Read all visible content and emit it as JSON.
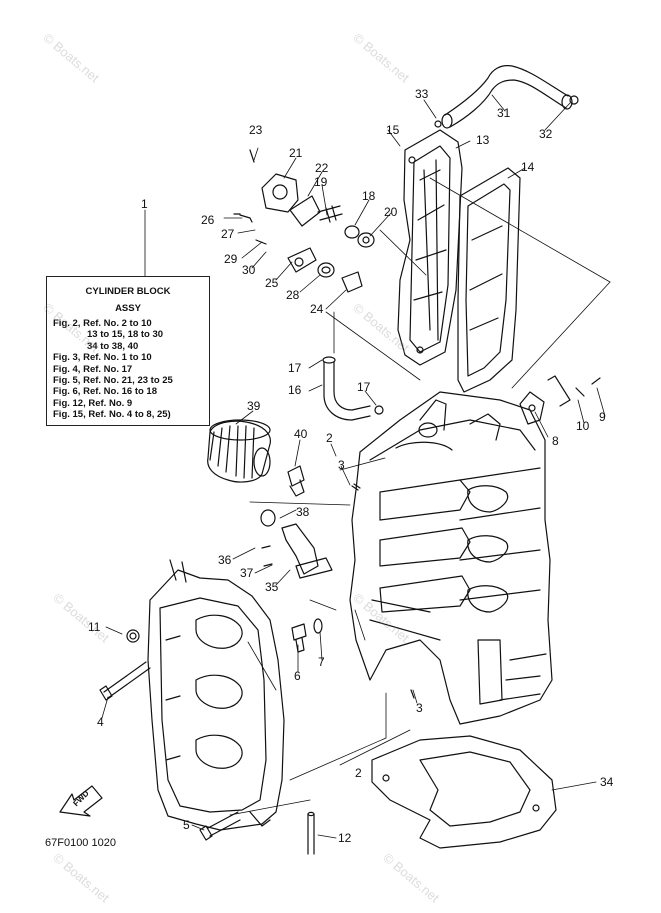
{
  "watermark": "© Boats.net",
  "drawing_code": "67F0100 1020",
  "fwd_label": "FWD",
  "legend": {
    "title": "CYLINDER BLOCK",
    "subtitle": "ASSY",
    "lines": [
      "Fig. 2, Ref. No. 2 to 10",
      "13 to 15, 18 to 30",
      "34 to 38, 40",
      "Fig. 3, Ref. No. 1 to 10",
      "Fig. 4, Ref. No. 17",
      "Fig. 5, Ref. No. 21, 23 to 25",
      "Fig. 6, Ref. No. 16 to 18",
      "Fig. 12, Ref. No. 9",
      "Fig. 15, Ref. No. 4 to 8, 25)"
    ]
  },
  "callouts": [
    "1",
    "2",
    "2",
    "3",
    "3",
    "4",
    "5",
    "6",
    "7",
    "8",
    "9",
    "10",
    "11",
    "12",
    "13",
    "14",
    "15",
    "16",
    "17",
    "17",
    "18",
    "19",
    "20",
    "21",
    "22",
    "23",
    "24",
    "25",
    "26",
    "27",
    "28",
    "29",
    "30",
    "31",
    "32",
    "33",
    "34",
    "35",
    "36",
    "37",
    "38",
    "39",
    "40"
  ]
}
